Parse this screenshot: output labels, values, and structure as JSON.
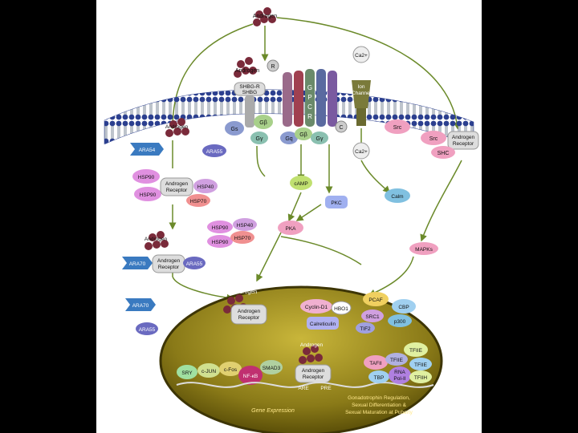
{
  "colors": {
    "background": "#000000",
    "panel": "#ffffff",
    "membrane_head": "#2b3f8f",
    "membrane_tail": "#7d8a9a",
    "nucleus_fill": "#8a7a18",
    "nucleus_edge": "#5a4e08",
    "arrow": "#6b8a2a",
    "androgen": "#7a2a3a"
  },
  "labels": {
    "androgen_top": "Androgen",
    "androgen_shbg": "Androgen",
    "shbgr": "SHBG-R",
    "shbg": "SHBG",
    "r_badge": "R",
    "gpcr": [
      "G",
      "P",
      "C",
      "R"
    ],
    "c_badge": "C",
    "ca_out": "Ca2+",
    "ion_channel": [
      "Ion",
      "Channel"
    ],
    "androgen_cyto": "Androgen",
    "ara54": "ARA54",
    "ara55_top": "ARA55",
    "gs": "Gs",
    "gbeta": "Gβ",
    "ggamma": "Gγ",
    "gq": "Gq",
    "gbeta2": "Gβ",
    "ggamma2": "Gγ",
    "src_1": "Src",
    "src_2": "Src",
    "androgen_receptor_mem": [
      "Androgen",
      "Receptor"
    ],
    "shc": "SHC",
    "ca_in": "Ca2+",
    "hsp90_a": "HSP90",
    "hsp90_b": "HSP90",
    "ar_complex": [
      "Androgen",
      "Receptor"
    ],
    "hsp40_a": "HSP40",
    "hsp70_a": "HSP70",
    "camp": "cAMP",
    "pkc": "PKC",
    "calm": "Calm",
    "hsp90_c": "HSP90",
    "hsp90_d": "HSP90",
    "hsp40_b": "HSP40",
    "hsp70_b": "HSP70",
    "pka": "PKA",
    "androgen_ara": "Androgen",
    "ara70_top": "ARA70",
    "ar_ara": [
      "Androgen",
      "Receptor"
    ],
    "ara55_mid": "ARA55",
    "mapks": "MAPKs",
    "androgen_nuc": "Androgen",
    "ar_nuc": [
      "Androgen",
      "Receptor"
    ],
    "cyclin_d1": "Cyclin-D1",
    "hbo1": "HBO1",
    "calreticulin": "Calreticulin",
    "pcaf": "PCAF",
    "cbp": "CBP",
    "src1": "SRC1",
    "tif2": "TIF2",
    "p300": "p300",
    "ara70_bottom": "ARA70",
    "ara55_bottom": "ARA55",
    "sry": "SRY",
    "cjun": "c-JUN",
    "cfos": "c-Fos",
    "nfkb": "NF-κB",
    "smad3": "SMAD3",
    "androgen_dna": "Androgen",
    "ar_dna": [
      "Androgen",
      "Receptor"
    ],
    "are": "ARE",
    "pre": "PRE",
    "tfiie": "TFIIE",
    "tafii": "TAFII",
    "tfiie_b": "TFIIE",
    "tfiie_c": "TFIIE",
    "tbp": "TBP",
    "rna_pol": [
      "RNA",
      "Pol-II"
    ],
    "tfiih": "TFIIH",
    "gene_expression": "Gene Expression",
    "outcome": [
      "Gonadotrophin Regulation,",
      "Sexual Differentiation &",
      "Sexual Maturation at Puberty"
    ]
  }
}
